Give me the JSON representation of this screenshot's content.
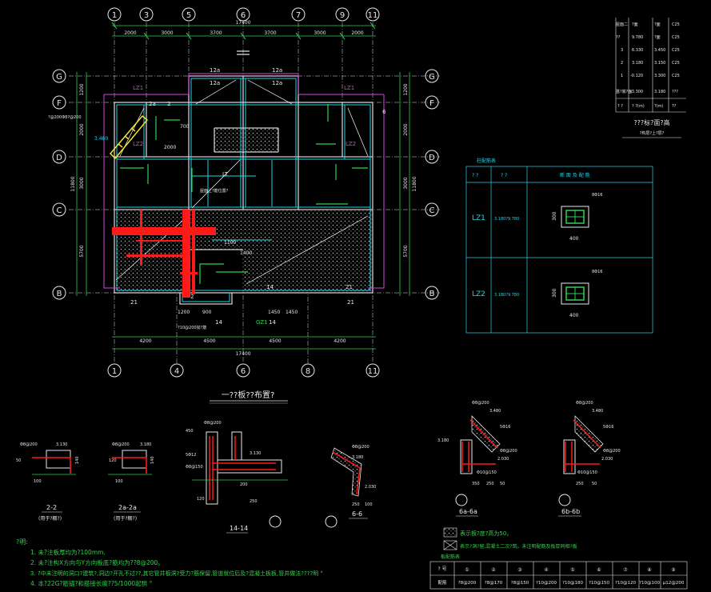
{
  "plan": {
    "title": "一??板??布置?",
    "top_axes": [
      "1",
      "3",
      "5",
      "6",
      "7",
      "9",
      "11"
    ],
    "bottom_axes": [
      "1",
      "4",
      "6",
      "8",
      "11"
    ],
    "left_axes": [
      "G",
      "F",
      "D",
      "C",
      "B"
    ],
    "right_axes": [
      "G",
      "F",
      "D",
      "C",
      "B"
    ],
    "top_dims": [
      "2000",
      "3000",
      "3700",
      "3700",
      "3000",
      "2000"
    ],
    "top_total": "17400",
    "bottom_dims": [
      "4200",
      "4500",
      "4500",
      "4200"
    ],
    "bottom_total": "17400",
    "left_dims": [
      "1200",
      "2000",
      "3000",
      "5700"
    ],
    "left_total": "11800",
    "right_dims": [
      "1200",
      "2000",
      "3000",
      "5700"
    ],
    "right_total": "11800",
    "labels": {
      "r1": "12a",
      "r2": "12a",
      "r3": "12a",
      "r4": "12a",
      "lz1a": "LZ1",
      "lz1b": "LZ1",
      "lz2a": "LZ2",
      "lz2b": "LZ2",
      "lt": "LT",
      "elev": "3.480",
      "s21a": "21",
      "s21b": "21",
      "s21c": "21",
      "s14a": "14",
      "s14b": "14",
      "s14c": "14",
      "s2a": "2a",
      "s2b": "2",
      "gz1": "GZ1",
      "sec66": "6",
      "sec22": "2",
      "d1100": "1100",
      "d1400": "1400",
      "b1200": "1200",
      "b900": "900",
      "b1450": "1450",
      "b1450b": "1450",
      "d2000": "2000",
      "d700": "700",
      "note_left": "?@200Φ8?@200",
      "note_mid": "屋面上?筋位置?",
      "note_bot": "?10@200加?筋"
    }
  },
  "elevation_table": {
    "rows": [
      [
        "屋面二",
        "?面",
        "?面",
        "C25"
      ],
      [
        "??",
        "9.780",
        "?面",
        "C25"
      ],
      [
        "3",
        "6.330",
        "3.450",
        "C25"
      ],
      [
        "2",
        "3.180",
        "3.150",
        "C25"
      ],
      [
        "1",
        "-0.120",
        "3.300",
        "C25"
      ],
      [
        "基?底?面",
        "-3.300",
        "3.180",
        "???"
      ],
      [
        "? ?",
        "? ?(m)",
        "?(m)",
        "??"
      ]
    ],
    "caption": "???标?面?高",
    "subcaption": "?构层?上?层?"
  },
  "column_table": {
    "title": "柱配筋表",
    "headers": [
      "? ?",
      "? ?",
      "断 面 及 配 筋"
    ],
    "rows": [
      {
        "id": "LZ1",
        "range": "3.180?9.780",
        "dim_w": "400",
        "dim_h": "300",
        "rebar": "8Φ16"
      },
      {
        "id": "LZ2",
        "range": "3.180?9.780",
        "dim_w": "400",
        "dim_h": "300",
        "rebar": "8Φ16"
      }
    ]
  },
  "sections": [
    {
      "id": "s22",
      "title": "2-2",
      "sub": "(用于?棚?)",
      "t1": "Φ8@200",
      "t2": "3.130",
      "t3": "100",
      "t4": "140",
      "t5": "50"
    },
    {
      "id": "s2a",
      "title": "2a-2a",
      "sub": "(用于?棚?)",
      "t1": "Φ8@200",
      "t2": "3.180",
      "t3": "100",
      "t4": "140",
      "t5": "120"
    },
    {
      "id": "s14",
      "title": "14-14",
      "t1": "Φ8@200",
      "t2": "3.130",
      "t3": "5Φ12",
      "t4": "Φ8@150",
      "t5": "200",
      "t6": "120",
      "t7": "450",
      "t8": "250"
    },
    {
      "id": "s66",
      "title": "6-6",
      "t1": "Φ8@200",
      "t2": "2.030",
      "t3": "3.180",
      "t4": "250",
      "t5": "100"
    },
    {
      "id": "s6a",
      "title": "6a-6a",
      "t1": "Φ8@200",
      "t2": "3.180",
      "t3": "5Φ16",
      "t4": "350",
      "t5": "250",
      "t6": "50",
      "t7": "Φ10@150",
      "t8": "Φ8@200",
      "t9": "2.030",
      "t10": "3.480"
    },
    {
      "id": "s6b",
      "title": "6b-6b",
      "t1": "Φ8@200",
      "t2": "3.480",
      "t3": "5Φ16",
      "t4": "250",
      "t5": "50",
      "t6": "Φ10@150",
      "t7": "Φ8@200",
      "t8": "2.030"
    }
  ],
  "legend": {
    "hatch": "表示板?度?高为50。",
    "cross": "表示?洞?留,混凝土二次?筑。未注明配筋及板厚同相?板"
  },
  "notes": {
    "title": "?明:",
    "items": [
      "1.  未?注板厚均为?100mm.",
      "2.  未?注构X方向与Y方向板底?筋均为??8@200。",
      "3.  ?中未注明的洞口?建筑?,洞边?开孔不过??,其它管井板洞?受力?筋保留,管道就位后及?混凝土板板,管井做法????明 °",
      "4.  本?22G?筋锚?和搭接长度??5/1000起拱 °"
    ]
  },
  "rebar_table": {
    "title": "板配筋表",
    "headers": [
      "? 号",
      "①",
      "②",
      "③",
      "④",
      "⑤",
      "⑥",
      "⑦",
      "⑧",
      "⑨"
    ],
    "row_label": "配筋",
    "values": [
      "?8@200",
      "?8@170",
      "?8@150",
      "?10@200",
      "?10@180",
      "?10@150",
      "?10@120",
      "?10@100",
      "μ12@200"
    ]
  }
}
